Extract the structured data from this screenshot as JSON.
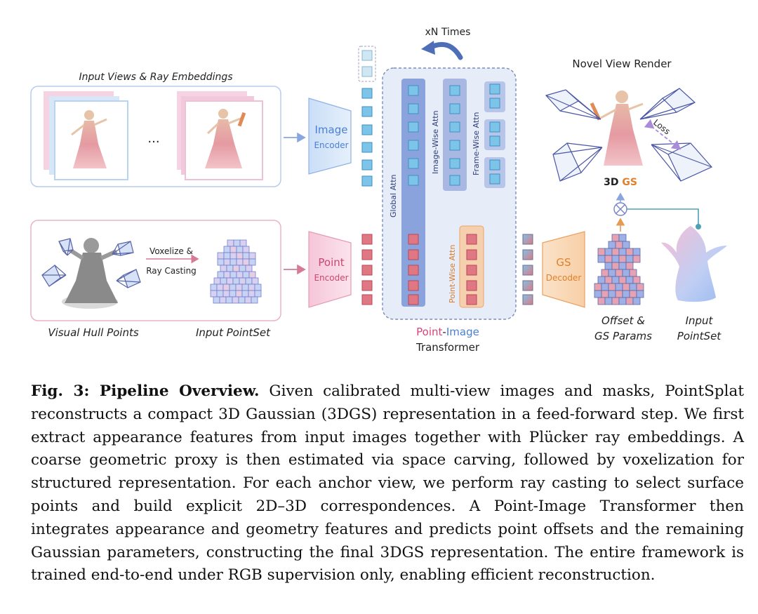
{
  "figure": {
    "input_views_title": "Input Views & Ray Embeddings",
    "ellipsis": "...",
    "image_encoder": {
      "line1": "Image",
      "line2": "Encoder"
    },
    "point_encoder": {
      "line1": "Point",
      "line2": "Encoder"
    },
    "gs_decoder": {
      "line1": "GS",
      "line2": "Decoder"
    },
    "repeat_label": "xN Times",
    "global_attn": "Global Attn",
    "image_wise_attn": "Image-Wise Attn",
    "frame_wise_attn": "Frame-Wise Attn",
    "point_wise_attn": "Point-Wise Attn",
    "transformer_title": {
      "point": "Point",
      "dash": "-",
      "image": "Image",
      "line2": "Transformer"
    },
    "voxelize_label": {
      "line1": "Voxelize &",
      "line2": "Ray Casting"
    },
    "visual_hull_points": "Visual Hull Points",
    "input_pointset_left": "Input PointSet",
    "novel_view_render": "Novel View Render",
    "loss_label": "Loss",
    "gs_label": {
      "prefix": "3D",
      "suffix": "GS"
    },
    "offset_params": {
      "line1": "Offset &",
      "line2": "GS Params"
    },
    "input_pointset_right": {
      "line1": "Input",
      "line2": "PointSet"
    },
    "colors": {
      "image_blue": "#5b7fd6",
      "point_pink": "#d05580",
      "gs_orange": "#e58b2b",
      "token_blue": "#7cc4e8",
      "token_red": "#e07883"
    }
  },
  "caption": {
    "label": "Fig. 3: Pipeline Overview.",
    "text": "Given calibrated multi-view images and masks, PointSplat reconstructs a compact 3D Gaussian (3DGS) representation in a feed-forward step. We first extract appearance features from input images together with Plücker ray embeddings. A coarse geometric proxy is then estimated via space carving, followed by voxelization for structured representation. For each anchor view, we perform ray casting to select surface points and build explicit 2D–3D correspondences. A Point-Image Transformer then integrates appearance and geometry features and predicts point offsets and the remaining Gaussian parameters, constructing the final 3DGS representation. The entire framework is trained end-to-end under RGB supervision only, enabling efficient reconstruction."
  }
}
